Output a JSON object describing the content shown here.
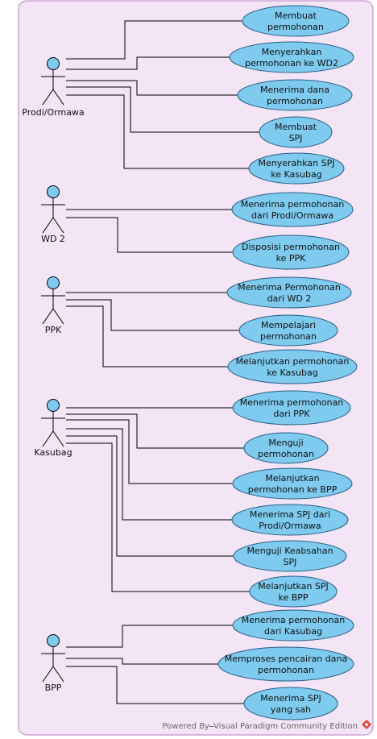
{
  "diagram": {
    "actors": [
      {
        "id": "prodi",
        "name": "Prodi/Ormawa"
      },
      {
        "id": "wd2",
        "name": "WD 2"
      },
      {
        "id": "ppk",
        "name": "PPK"
      },
      {
        "id": "kasubag",
        "name": "Kasubag"
      },
      {
        "id": "bpp",
        "name": "BPP"
      }
    ],
    "use_cases": [
      {
        "id": "uc1",
        "lines": [
          "Membuat",
          "permohonan"
        ]
      },
      {
        "id": "uc2",
        "lines": [
          "Menyerahkan",
          "permohonan ke WD2"
        ]
      },
      {
        "id": "uc3",
        "lines": [
          "Menerima dana",
          "permohonan"
        ]
      },
      {
        "id": "uc4",
        "lines": [
          "Membuat",
          "SPJ"
        ]
      },
      {
        "id": "uc5",
        "lines": [
          "Menyerahkan SPJ",
          "ke Kasubag"
        ]
      },
      {
        "id": "uc6",
        "lines": [
          "Menerima permohonan",
          "dari Prodi/Ormawa"
        ]
      },
      {
        "id": "uc7",
        "lines": [
          "Disposisi permohonan",
          "ke PPK"
        ]
      },
      {
        "id": "uc8",
        "lines": [
          "Menerima Permohonan",
          "dari WD 2"
        ]
      },
      {
        "id": "uc9",
        "lines": [
          "Mempelajari",
          "permohonan"
        ]
      },
      {
        "id": "uc10",
        "lines": [
          "Melanjutkan permohonan",
          "ke Kasubag"
        ]
      },
      {
        "id": "uc11",
        "lines": [
          "Menerima permohonan",
          "dari PPK"
        ]
      },
      {
        "id": "uc12",
        "lines": [
          "Menguji",
          "permohonan"
        ]
      },
      {
        "id": "uc13",
        "lines": [
          "Melanjutkan",
          "permohonan ke BPP"
        ]
      },
      {
        "id": "uc14",
        "lines": [
          "Menerima SPJ dari",
          "Prodi/Ormawa"
        ]
      },
      {
        "id": "uc15",
        "lines": [
          "Menguji Keabsahan",
          "SPJ"
        ]
      },
      {
        "id": "uc16",
        "lines": [
          "Melanjutkan SPJ",
          "ke BPP"
        ]
      },
      {
        "id": "uc17",
        "lines": [
          "Menerima permohonan",
          "dari Kasubag"
        ]
      },
      {
        "id": "uc18",
        "lines": [
          "Memproses pencairan dana",
          "permohonan"
        ]
      },
      {
        "id": "uc19",
        "lines": [
          "Menerima SPJ",
          "yang sah"
        ]
      }
    ],
    "associations": [
      {
        "actor": "prodi",
        "use_case": "uc1"
      },
      {
        "actor": "prodi",
        "use_case": "uc2"
      },
      {
        "actor": "prodi",
        "use_case": "uc3"
      },
      {
        "actor": "prodi",
        "use_case": "uc4"
      },
      {
        "actor": "prodi",
        "use_case": "uc5"
      },
      {
        "actor": "wd2",
        "use_case": "uc6"
      },
      {
        "actor": "wd2",
        "use_case": "uc7"
      },
      {
        "actor": "ppk",
        "use_case": "uc8"
      },
      {
        "actor": "ppk",
        "use_case": "uc9"
      },
      {
        "actor": "ppk",
        "use_case": "uc10"
      },
      {
        "actor": "kasubag",
        "use_case": "uc11"
      },
      {
        "actor": "kasubag",
        "use_case": "uc12"
      },
      {
        "actor": "kasubag",
        "use_case": "uc13"
      },
      {
        "actor": "kasubag",
        "use_case": "uc14"
      },
      {
        "actor": "kasubag",
        "use_case": "uc15"
      },
      {
        "actor": "kasubag",
        "use_case": "uc16"
      },
      {
        "actor": "bpp",
        "use_case": "uc17"
      },
      {
        "actor": "bpp",
        "use_case": "uc18"
      },
      {
        "actor": "bpp",
        "use_case": "uc19"
      }
    ],
    "colors": {
      "system_fill": "#f3e4f6",
      "system_stroke": "#b77fbf",
      "use_case_fill": "#7ecbef",
      "use_case_stroke": "#2a5d84",
      "actor_fill": "#7ecbef",
      "line": "#000000"
    }
  },
  "footer": {
    "text": "Powered By⎯Visual Paradigm Community Edition",
    "logo_icon": "visual-paradigm-logo-icon"
  }
}
